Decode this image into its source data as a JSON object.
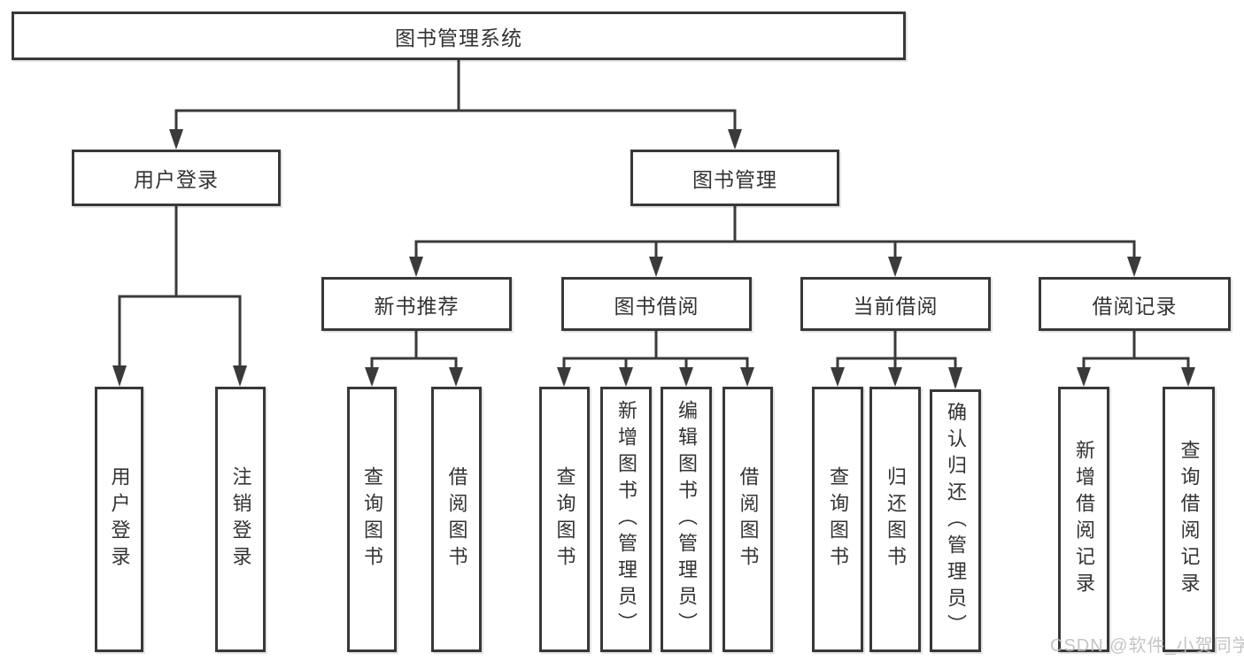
{
  "tree": {
    "root": {
      "label": "图书管理系统"
    },
    "branches": [
      {
        "label": "用户登录",
        "leaves": [
          {
            "label": "用户登录"
          },
          {
            "label": "注销登录"
          }
        ]
      },
      {
        "label": "图书管理",
        "groups": [
          {
            "label": "新书推荐",
            "leaves": [
              {
                "label": "查询图书"
              },
              {
                "label": "借阅图书"
              }
            ]
          },
          {
            "label": "图书借阅",
            "leaves": [
              {
                "label": "查询图书"
              },
              {
                "label": "新增图书（管理员）"
              },
              {
                "label": "编辑图书（管理员）"
              },
              {
                "label": "借阅图书"
              }
            ]
          },
          {
            "label": "当前借阅",
            "leaves": [
              {
                "label": "查询图书"
              },
              {
                "label": "归还图书"
              },
              {
                "label": "确认归还（管理员）"
              }
            ]
          },
          {
            "label": "借阅记录",
            "leaves": [
              {
                "label": "新增借阅记录"
              },
              {
                "label": "查询借阅记录"
              }
            ]
          }
        ]
      }
    ]
  },
  "watermark": {
    "text": "CSDN @软件_小贺同学"
  },
  "colors": {
    "line": "#3a3a3a",
    "box_border": "#383838",
    "text": "#333333",
    "watermark": "#bdbdbd",
    "background": "#ffffff"
  }
}
